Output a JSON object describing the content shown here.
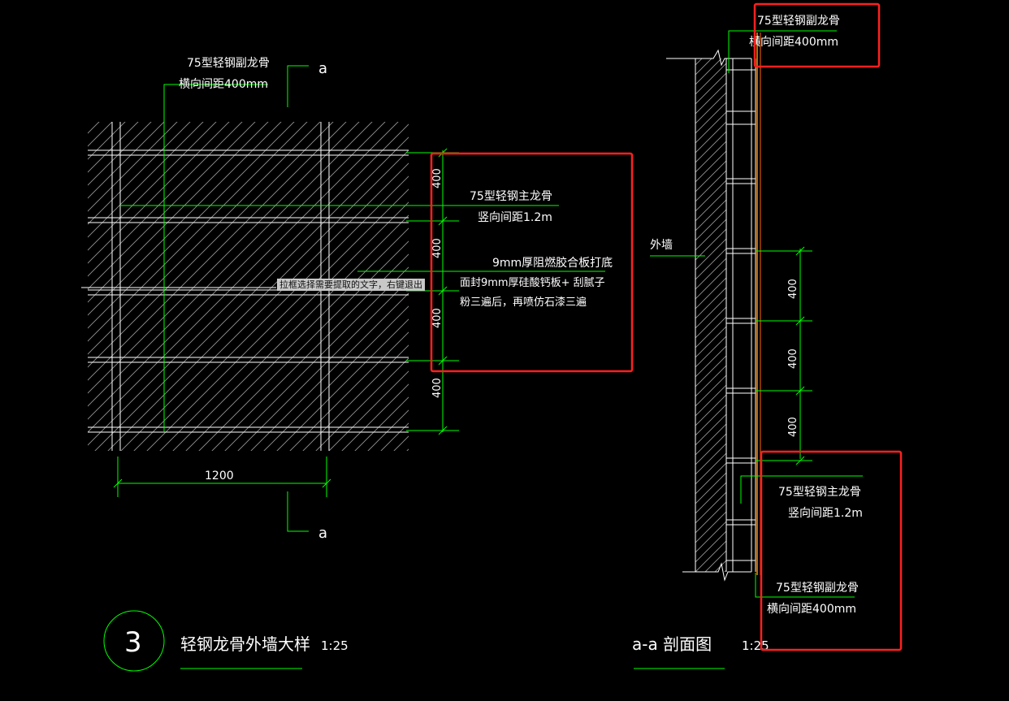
{
  "plan": {
    "callout_top": {
      "line1": "75型轻钢副龙骨",
      "line2": "横向间距400mm"
    },
    "callout_main": {
      "line1": "75型轻钢主龙骨",
      "line2": "竖向间距1.2m"
    },
    "callout_board": {
      "line1": "9mm厚阻燃胶合板打底",
      "line2": "面封9mm厚硅酸钙板+ 刮腻子",
      "line3": "粉三遍后，再喷仿石漆三遍"
    },
    "dims": [
      "400",
      "400",
      "400",
      "400"
    ],
    "width_dim": "1200",
    "section_mark": "a"
  },
  "section": {
    "callout_top": {
      "line1": "75型轻钢副龙骨",
      "line2": "横向间距400mm"
    },
    "wall_label": "外墙",
    "dims": [
      "400",
      "400",
      "400"
    ],
    "callout_main": {
      "line1": "75型轻钢主龙骨",
      "line2": "竖向间距1.2m"
    },
    "callout_bottom": {
      "line1": "75型轻钢副龙骨",
      "line2": "横向间距400mm"
    }
  },
  "tooltip": "拉框选择需要提取的文字，右键退出",
  "title_block": {
    "number": "3",
    "title": "轻钢龙骨外墙大样",
    "scale": "1:25",
    "section_title": "a-a 剖面图",
    "section_scale": "1:25"
  },
  "colors": {
    "background": "#000000",
    "line": "#ffffff",
    "leader": "#00ff00",
    "highlight": "#ff2020",
    "finish": "#ff8800"
  }
}
